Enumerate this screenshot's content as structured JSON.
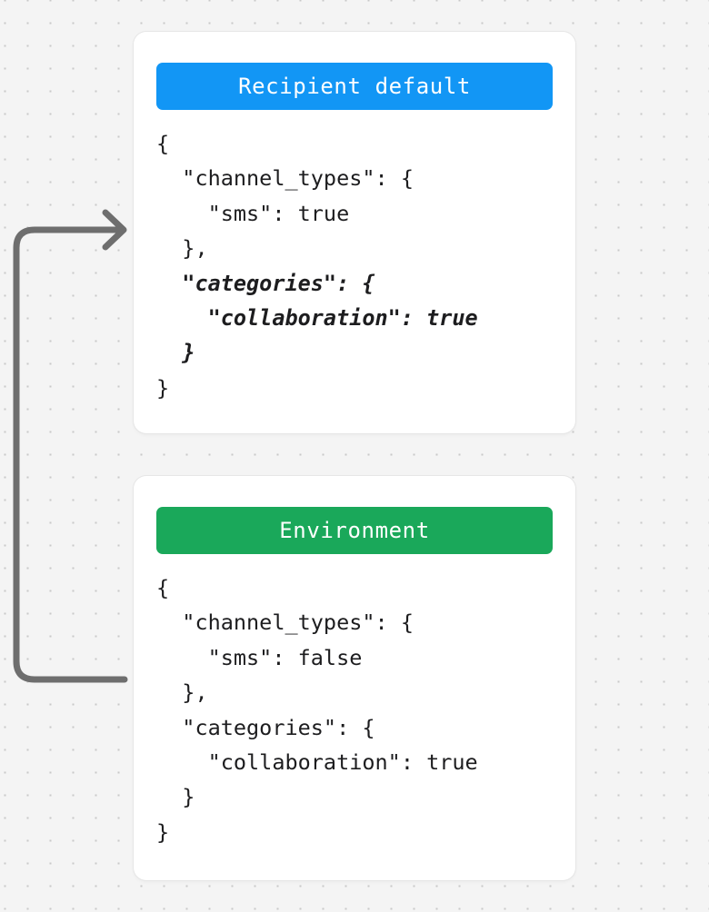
{
  "canvas": {
    "background_color": "#f4f4f4",
    "dot_color": "#c9c9c9",
    "dot_spacing": 25
  },
  "connector": {
    "name": "flow-arrow",
    "color": "#6e6e6e",
    "stroke_width": 7,
    "direction": "environment-to-recipient-default",
    "from_label": "Environment",
    "to_label": "Recipient default"
  },
  "cards": [
    {
      "id": "recipient-default",
      "header": {
        "label": "Recipient default",
        "background_color": "#1296f5",
        "text_color": "#ffffff"
      },
      "code_lines": [
        {
          "text": "{",
          "emphasis": false
        },
        {
          "text": "  \"channel_types\": {",
          "emphasis": false
        },
        {
          "text": "    \"sms\": true",
          "emphasis": false
        },
        {
          "text": "  },",
          "emphasis": false
        },
        {
          "text": "  \"categories\": {",
          "emphasis": true
        },
        {
          "text": "    \"collaboration\": true",
          "emphasis": true
        },
        {
          "text": "  }",
          "emphasis": true
        },
        {
          "text": "}",
          "emphasis": false
        }
      ]
    },
    {
      "id": "environment",
      "header": {
        "label": "Environment",
        "background_color": "#1aa85a",
        "text_color": "#ffffff"
      },
      "code_lines": [
        {
          "text": "{",
          "emphasis": false
        },
        {
          "text": "  \"channel_types\": {",
          "emphasis": false
        },
        {
          "text": "    \"sms\": false",
          "emphasis": false
        },
        {
          "text": "  },",
          "emphasis": false
        },
        {
          "text": "  \"categories\": {",
          "emphasis": false
        },
        {
          "text": "    \"collaboration\": true",
          "emphasis": false
        },
        {
          "text": "  }",
          "emphasis": false
        },
        {
          "text": "}",
          "emphasis": false
        }
      ]
    }
  ]
}
